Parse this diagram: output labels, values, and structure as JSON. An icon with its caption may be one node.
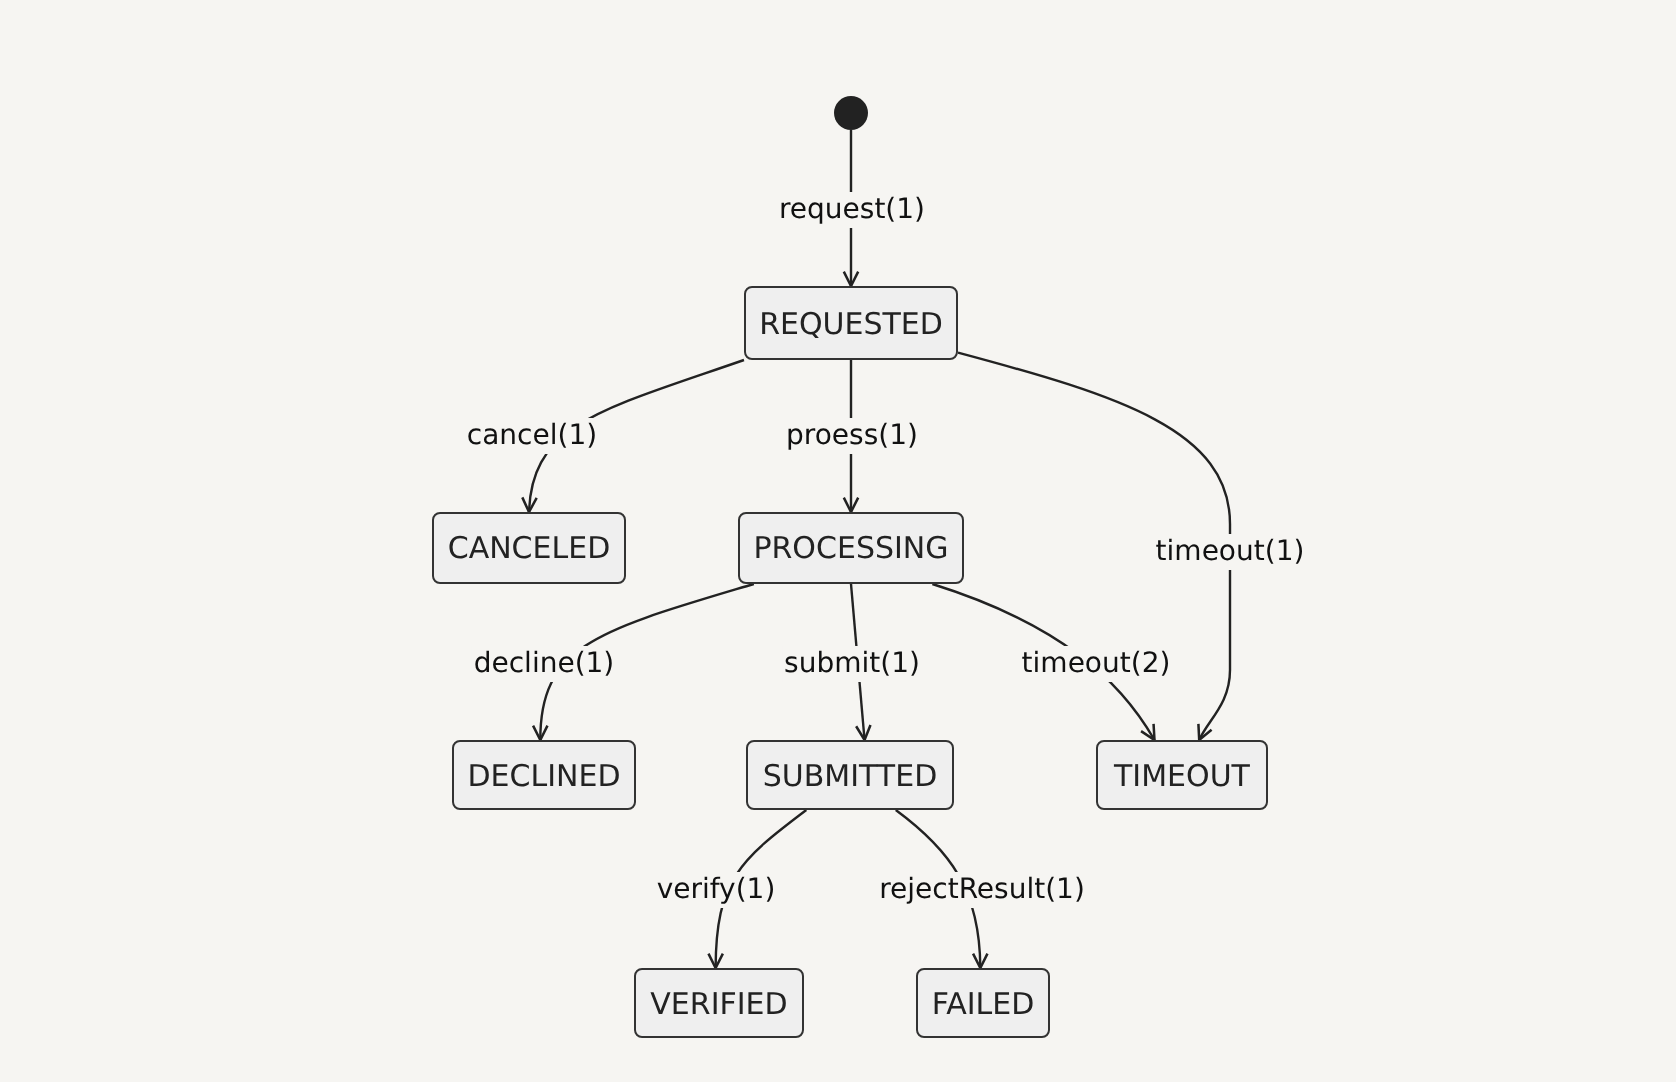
{
  "diagram": {
    "nodes": [
      {
        "text": [],
        "shape": "circle"
      },
      {
        "text": [
          "REQUESTED"
        ]
      },
      {
        "text": [
          "CANCELED"
        ]
      },
      {
        "text": [
          "PROCESSING"
        ]
      },
      {
        "text": [
          "DECLINED"
        ]
      },
      {
        "text": [
          "SUBMITTED"
        ]
      },
      {
        "text": [
          "TIMEOUT"
        ]
      },
      {
        "text": [
          "VERIFIED"
        ]
      },
      {
        "text": [
          "FAILED"
        ]
      }
    ],
    "edges": [
      {
        "from": 0,
        "to": 1,
        "arrow": "to",
        "label": "request(1)"
      },
      {
        "from": 1,
        "to": 2,
        "arrow": "to",
        "label": "cancel(1)"
      },
      {
        "from": 1,
        "to": 3,
        "arrow": "to",
        "label": "proess(1)"
      },
      {
        "from": 1,
        "to": 6,
        "arrow": "to",
        "label": "timeout(1)"
      },
      {
        "from": 3,
        "to": 4,
        "arrow": "to",
        "label": "decline(1)"
      },
      {
        "from": 3,
        "to": 5,
        "arrow": "to",
        "label": "submit(1)"
      },
      {
        "from": 3,
        "to": 6,
        "arrow": "to",
        "label": "timeout(2)"
      },
      {
        "from": 5,
        "to": 7,
        "arrow": "to",
        "label": "verify(1)"
      },
      {
        "from": 5,
        "to": 8,
        "arrow": "to",
        "label": "rejectResult(1)"
      }
    ]
  }
}
